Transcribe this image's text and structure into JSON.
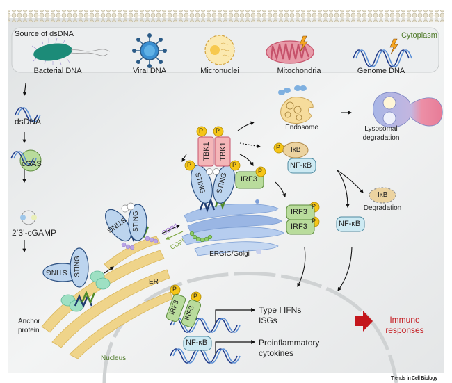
{
  "source_panel": {
    "title": "Source of dsDNA",
    "compartment": "Cytoplasm",
    "sources": [
      {
        "label": "Bacterial DNA",
        "icon": "bacterium-icon"
      },
      {
        "label": "Viral DNA",
        "icon": "virus-icon"
      },
      {
        "label": "Micronuclei",
        "icon": "micronucleus-icon"
      },
      {
        "label": "Mitochondria",
        "icon": "mitochondrion-icon"
      },
      {
        "label": "Genome DNA",
        "icon": "damaged-dna-icon"
      }
    ]
  },
  "pathway": {
    "dsdna": "dsDNA",
    "cgas": "cGAS",
    "cgamp": "2’3’-cGAMP",
    "sting": "STING",
    "anchor_protein": "Anchor\nprotein",
    "er": "ER",
    "copii": "COPII",
    "copi": "COPI",
    "ergic": "ERGIC/Golgi",
    "tbk1": "TBK1",
    "phospho": "P",
    "irf3": "IRF3",
    "ikb": "IκB",
    "nfkb": "NF-κB",
    "endosome": "Endosome",
    "lysosomal_1": "Lysosomal",
    "lysosomal_2": "degradation",
    "degradation": "Degradation",
    "nucleus": "Nucleus",
    "type1_ifns": "Type I IFNs",
    "isgs": "ISGs",
    "proinflammatory": "Proinflammatory",
    "cytokines": "cytokines",
    "immune_1": "Immune",
    "immune_2": "responses"
  },
  "colors": {
    "sting": "#bcd4ee",
    "tbk1": "#f4b6b8",
    "irf3": "#b9dc9c",
    "nfkb": "#cdeaf3",
    "ikb": "#ecd3a0",
    "phospho": "#f5c518",
    "er": "#efd48a",
    "golgi": "#a9c3ea",
    "immune": "#c4161c"
  },
  "credit": "Trends in Cell Biology"
}
